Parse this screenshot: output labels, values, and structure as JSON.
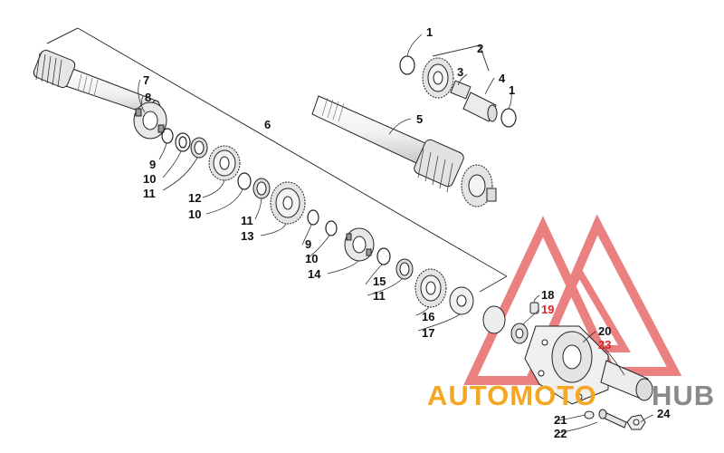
{
  "diagram": {
    "callouts": [
      {
        "id": "c1a",
        "text": "1"
      },
      {
        "id": "c2",
        "text": "2"
      },
      {
        "id": "c3",
        "text": "3"
      },
      {
        "id": "c4",
        "text": "4"
      },
      {
        "id": "c1b",
        "text": "1"
      },
      {
        "id": "c5",
        "text": "5"
      },
      {
        "id": "c6",
        "text": "6"
      },
      {
        "id": "c7",
        "text": "7"
      },
      {
        "id": "c8",
        "text": "8"
      },
      {
        "id": "c9a",
        "text": "9"
      },
      {
        "id": "c10a",
        "text": "10"
      },
      {
        "id": "c11a",
        "text": "11"
      },
      {
        "id": "c12",
        "text": "12"
      },
      {
        "id": "c10b",
        "text": "10"
      },
      {
        "id": "c11b",
        "text": "11"
      },
      {
        "id": "c13",
        "text": "13"
      },
      {
        "id": "c9b",
        "text": "9"
      },
      {
        "id": "c10c",
        "text": "10"
      },
      {
        "id": "c14",
        "text": "14"
      },
      {
        "id": "c15",
        "text": "15"
      },
      {
        "id": "c11c",
        "text": "11"
      },
      {
        "id": "c16",
        "text": "16"
      },
      {
        "id": "c17",
        "text": "17"
      },
      {
        "id": "c18",
        "text": "18"
      },
      {
        "id": "c19",
        "text": "19"
      },
      {
        "id": "c20",
        "text": "20"
      },
      {
        "id": "c23",
        "text": "23"
      },
      {
        "id": "c21",
        "text": "21"
      },
      {
        "id": "c22",
        "text": "22"
      },
      {
        "id": "c24",
        "text": "24"
      }
    ]
  },
  "watermark": {
    "part1": "AUTOMOTO",
    "part2": "HUB",
    "colors": {
      "orange": "#f5a623",
      "red": "#d9322b",
      "grey": "#8a8a8a"
    }
  }
}
